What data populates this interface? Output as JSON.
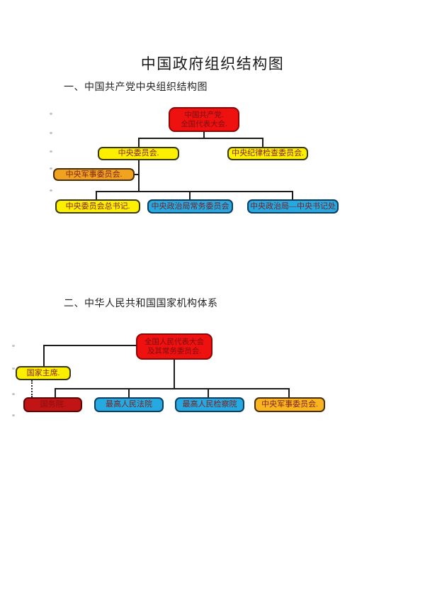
{
  "page": {
    "title": "中国政府组织结构图",
    "section1": "一、中国共产党中央组织结构图",
    "section2": "二、中华人民共和国国家机构体系"
  },
  "colors": {
    "bright_red": "#ef1010",
    "dark_red": "#c11414",
    "yellow": "#fcf000",
    "orange": "#f1a21f",
    "gold": "#fab420",
    "blue": "#25a9e0",
    "connector_line": "#1c1c1c"
  },
  "chart1": {
    "nodes": {
      "congress": {
        "line1": "中国共产党.",
        "line2": "全国代表大会."
      },
      "central_committee": {
        "label": "中央委员会."
      },
      "discipline_commission": {
        "label": "中央纪律检查委员会."
      },
      "military_commission": {
        "label": "中央军事委员会."
      },
      "general_secretary": {
        "label": "中央委员会总书记."
      },
      "politburo_standing": {
        "label": "中央政治局常务委员会"
      },
      "politburo_secretariat": {
        "label": "中央政治局—中央书记处"
      }
    }
  },
  "chart2": {
    "nodes": {
      "npc": {
        "line1": "全国人民代表大会",
        "line2": "及其常务委员会."
      },
      "president": {
        "label": "国家主席."
      },
      "state_council": {
        "label": "国务院."
      },
      "supreme_court": {
        "label": "最高人民法院"
      },
      "supreme_procuratorate": {
        "label": "最高人民检察院"
      },
      "cmc": {
        "label": "中央军事委员会."
      }
    }
  }
}
